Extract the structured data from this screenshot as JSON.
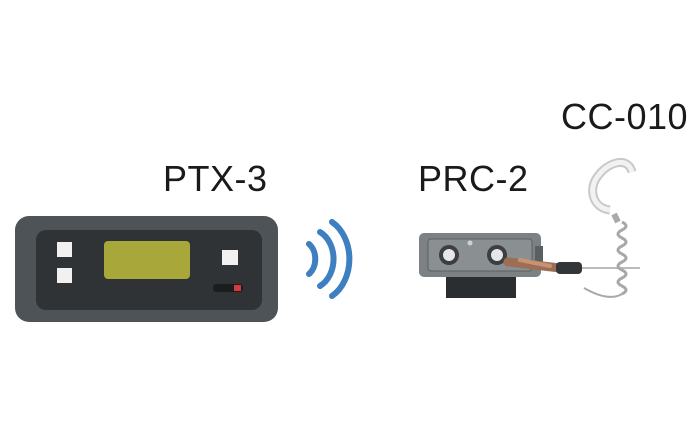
{
  "devices": {
    "transmitter": {
      "label": "PTX-3"
    },
    "receiver": {
      "label": "PRC-2"
    },
    "earpiece": {
      "label": "CC-010"
    }
  },
  "icons": {
    "transmitter": "ptx-transmitter-icon",
    "wireless": "wireless-signal-icon",
    "receiver": "prc-receiver-icon",
    "earpiece": "coiled-earpiece-icon"
  },
  "colors": {
    "device_body": "#4d5357",
    "device_face": "#2f3336",
    "display": "#a8a83a",
    "signal": "#3d7fc1",
    "cable_connector": "#b87d5a"
  }
}
